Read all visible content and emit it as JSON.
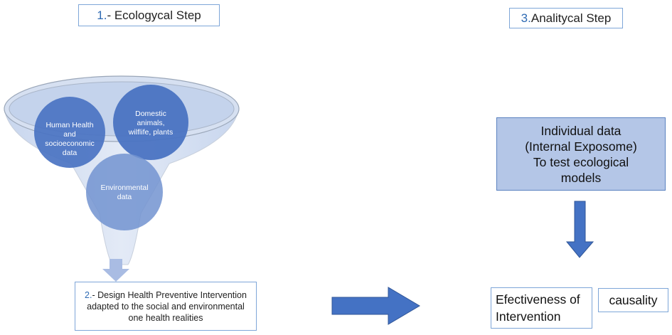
{
  "steps": {
    "ecological": {
      "number": "1.",
      "text": "- Ecologycal Step"
    },
    "analytical": {
      "number": "3.",
      "text": " Analitycal Step"
    },
    "design": {
      "number": "2.",
      "text": "- Design Health Preventive Intervention",
      "line2": "adapted to the social and environmental",
      "line3": "one health realities"
    }
  },
  "funnel": {
    "circles": {
      "human": [
        "Human Health",
        "and",
        "socioeconomic",
        "data"
      ],
      "domestic": [
        "Domestic",
        "animals,",
        "wilflife, plants"
      ],
      "environmental": [
        "Environmental",
        "data"
      ]
    }
  },
  "individual": [
    "Individual data",
    "(Internal Exposome)",
    "To test ecological",
    "models"
  ],
  "effectiveness": [
    "Efectiveness of",
    "Intervention"
  ],
  "causality": "causality",
  "colors": {
    "funnel": "#d3def0",
    "circle": "#4a73c2",
    "arrow": "#4472c4",
    "light_arrow": "#a9bce3",
    "box_border": "#7ea6d8"
  }
}
